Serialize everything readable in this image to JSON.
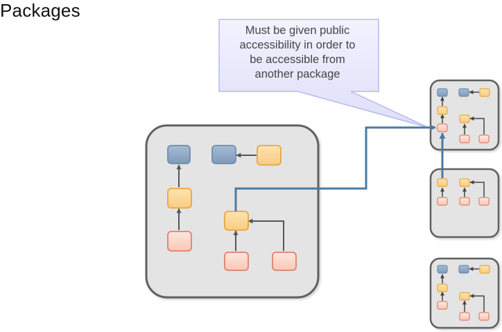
{
  "title": "Packages",
  "callout": {
    "lines": [
      "Must be given public",
      "accessibility in order to",
      "be accessible from",
      "another package"
    ]
  },
  "colors": {
    "package_fill": "#e4e4e4",
    "package_border": "#606060",
    "interface_node": "#8fa9c5",
    "abstract_node": "#fcd898",
    "concrete_node": "#fcd8cc",
    "dependency_line": "#4a7aa0",
    "callout_fill": "#e8e8fc",
    "callout_border": "#b8b8ee"
  }
}
